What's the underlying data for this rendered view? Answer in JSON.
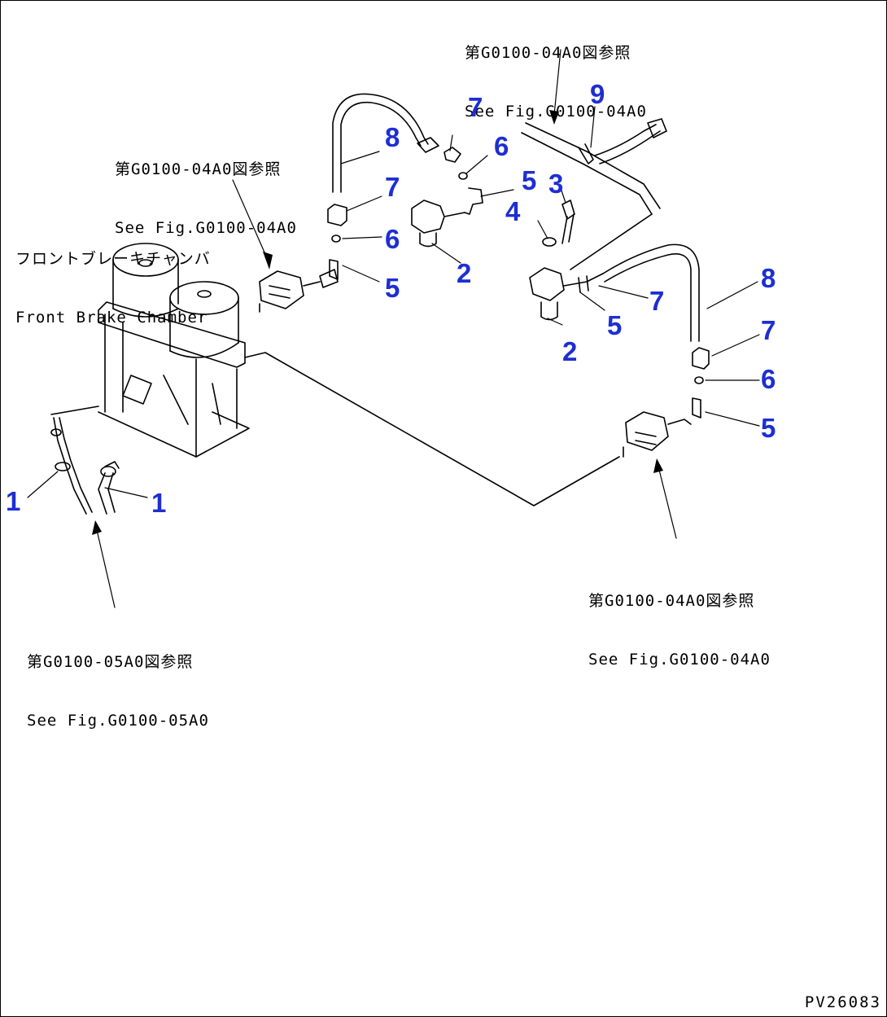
{
  "references": [
    {
      "jp": "第G0100-04A0図参照",
      "en": "See Fig.G0100-04A0"
    },
    {
      "jp": "第G0100-04A0図参照",
      "en": "See Fig.G0100-04A0"
    },
    {
      "jp": "第G0100-04A0図参照",
      "en": "See Fig.G0100-04A0"
    },
    {
      "jp": "第G0100-05A0図参照",
      "en": "See Fig.G0100-05A0"
    }
  ],
  "chamber_label": {
    "jp": "フロントブレーキチャンバ",
    "en": "Front Brake Chamber"
  },
  "part_numbers": [
    "1",
    "1",
    "2",
    "2",
    "3",
    "4",
    "5",
    "5",
    "5",
    "5",
    "6",
    "6",
    "6",
    "7",
    "7",
    "7",
    "7",
    "8",
    "8",
    "9"
  ],
  "drawing_number": "PV26083",
  "colors": {
    "callout": "#1d2fd2",
    "line": "#000000"
  }
}
